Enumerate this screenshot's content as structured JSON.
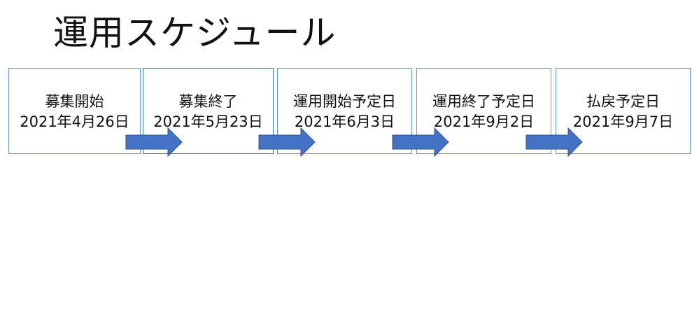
{
  "title": "運用スケジュール",
  "steps": [
    {
      "label": "募集開始",
      "date": "2021年4月26日"
    },
    {
      "label": "募集終了",
      "date": "2021年5月23日"
    },
    {
      "label": "運用開始予定日",
      "date": "2021年6月3日"
    },
    {
      "label": "運用終了予定日",
      "date": "2021年9月2日"
    },
    {
      "label": "払戻予定日",
      "date": "2021年9月7日"
    }
  ],
  "colors": {
    "box_border": "#5b9bd5",
    "arrow_fill": "#4472c4",
    "arrow_stroke": "#2f528f"
  }
}
